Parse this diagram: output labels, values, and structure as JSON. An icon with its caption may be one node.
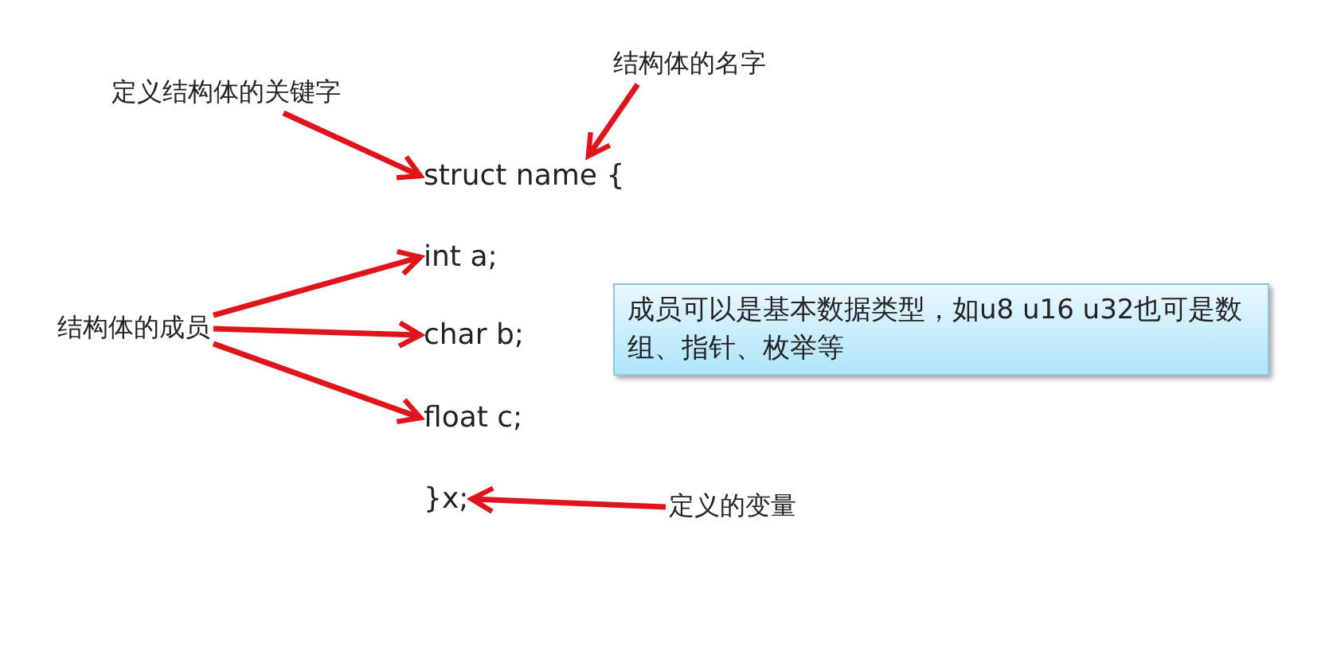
{
  "diagram": {
    "nodes": [
      {
        "text": [
          "定义结构体的关键字"
        ]
      },
      {
        "text": [
          "结构体的名字"
        ]
      },
      {
        "text": [
          "struct name {"
        ]
      },
      {
        "text": [
          "int a;"
        ]
      },
      {
        "text": [
          "char b;"
        ]
      },
      {
        "text": [
          "float c;"
        ]
      },
      {
        "text": [
          "}x;"
        ]
      },
      {
        "text": [
          "结构体的成员"
        ]
      },
      {
        "text": [
          "定义的变量"
        ]
      },
      {
        "text": [
          "成员可以是基本数据类型，如u8 u16 u32也可是数组、指针、枚举等"
        ]
      }
    ],
    "edges": [
      {
        "from": 0,
        "to": 2,
        "arrow": "to"
      },
      {
        "from": 1,
        "to": 2,
        "arrow": "to"
      },
      {
        "from": 7,
        "to": 3,
        "arrow": "to"
      },
      {
        "from": 7,
        "to": 4,
        "arrow": "to"
      },
      {
        "from": 7,
        "to": 5,
        "arrow": "to"
      },
      {
        "from": 8,
        "to": 6,
        "arrow": "to"
      }
    ]
  }
}
